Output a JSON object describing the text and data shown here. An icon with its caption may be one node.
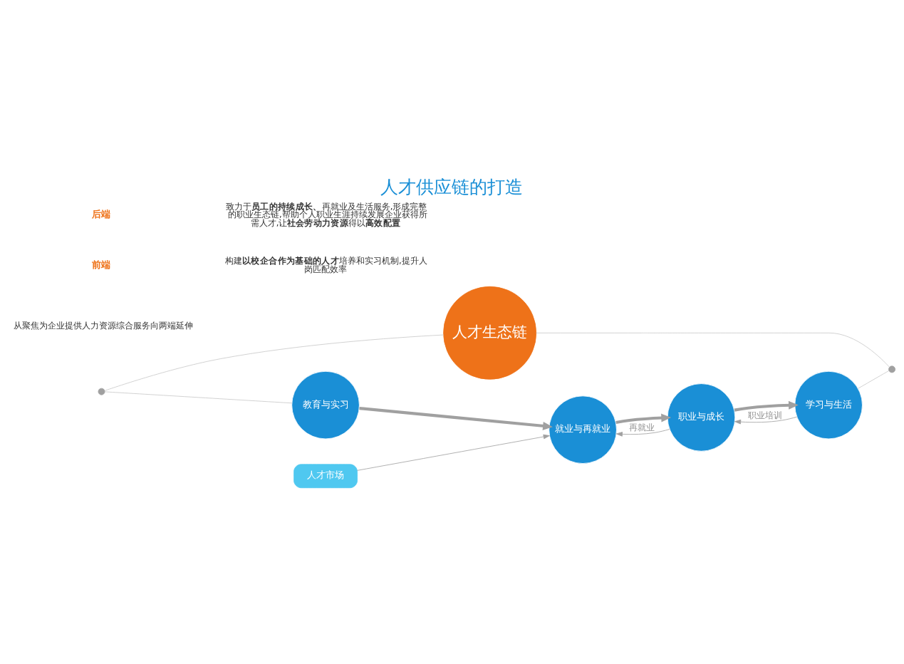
{
  "diagram": {
    "title": "人才供应链的打造",
    "nodes": [
      {
        "text": [
          "人才生态链"
        ]
      },
      {
        "text": [
          "教育与实习"
        ]
      },
      {
        "text": [
          "就业与再就业"
        ]
      },
      {
        "text": [
          "职业与成长"
        ]
      },
      {
        "text": [
          "学习与生活"
        ]
      },
      {
        "text": [
          "人才市场"
        ]
      },
      {
        "text": [],
        "shape": "circle"
      },
      {
        "text": [],
        "shape": "circle"
      }
    ],
    "edges": [
      {
        "from": 1,
        "to": 2,
        "arrow": "to",
        "style": "thick"
      },
      {
        "from": 2,
        "to": 3,
        "arrow": "to",
        "style": "thick"
      },
      {
        "from": 3,
        "to": 4,
        "arrow": "to",
        "style": "thick"
      },
      {
        "from": 5,
        "to": 2,
        "arrow": "to"
      },
      {
        "from": 3,
        "to": 2,
        "arrow": "to",
        "label": "再就业"
      },
      {
        "from": 4,
        "to": 3,
        "arrow": "to",
        "label": "职业培训"
      },
      {
        "from": 6,
        "to": 1,
        "arrow": "none",
        "color": "#c8c8c8"
      },
      {
        "from": 4,
        "to": 7,
        "arrow": "none",
        "color": "#c8c8c8"
      },
      {
        "from": 6,
        "to": 0,
        "arrow": "none",
        "color": "#c8c8c8"
      },
      {
        "from": 0,
        "to": 7,
        "arrow": "none",
        "color": "#c8c8c8"
      }
    ],
    "labels": [
      "从聚焦为企业提供人力资源综合服务向两端延伸",
      "前端",
      "构建**以校企合作为基础的人才**培养和实习机制,提升人岗匹配效率",
      "后端",
      "致力于**员工的持续成长、**再就业及生活服务,形成完整的职业生态链,帮助个人职业生涯持续发展企业获得所需人才,让**社会劳动力资源**得以**高效配置**"
    ]
  }
}
